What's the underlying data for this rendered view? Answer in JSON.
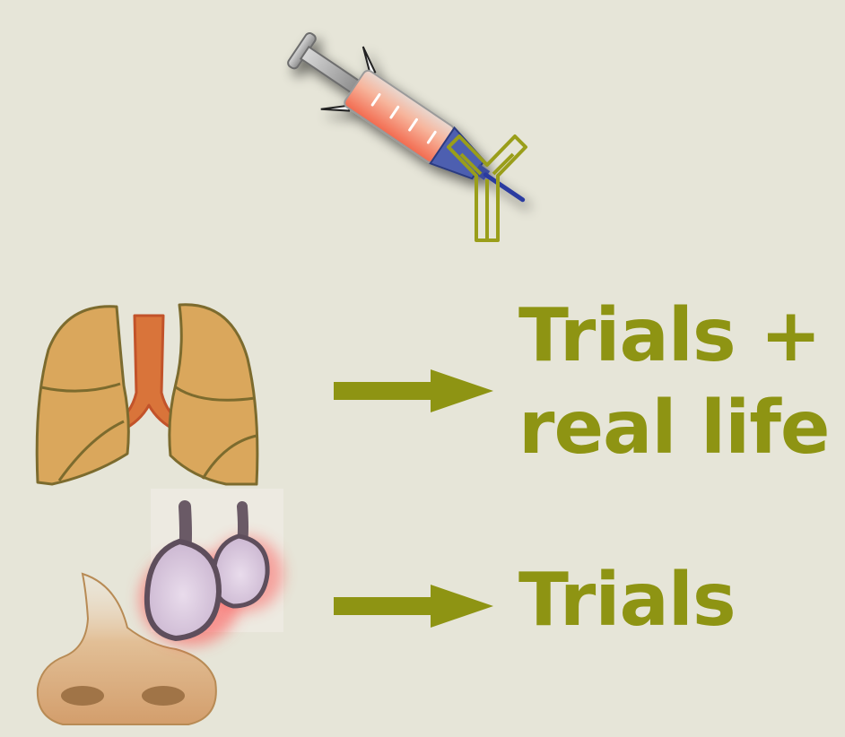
{
  "colors": {
    "background": "#e6e5d8",
    "accent": "#8e9413",
    "lung_fill": "#daa75c",
    "lung_outline": "#7c6b2e",
    "trachea": "#d9743a",
    "nose": "#d9a877",
    "polyp_glow": "#ff4b4b",
    "syringe_barrel": "#f08a6a",
    "syringe_tip": "#4d5fb0",
    "antibody": "#9a9e1a"
  },
  "icons": {
    "syringe": "syringe-icon",
    "antibody": "antibody-icon",
    "lungs": "lungs-icon",
    "nose": "nose-with-nasal-polyps-icon",
    "arrow": "right-arrow-icon"
  },
  "rows": [
    {
      "label_line1": "Trials +",
      "label_line2": "real life"
    },
    {
      "label_line1": "Trials"
    }
  ]
}
